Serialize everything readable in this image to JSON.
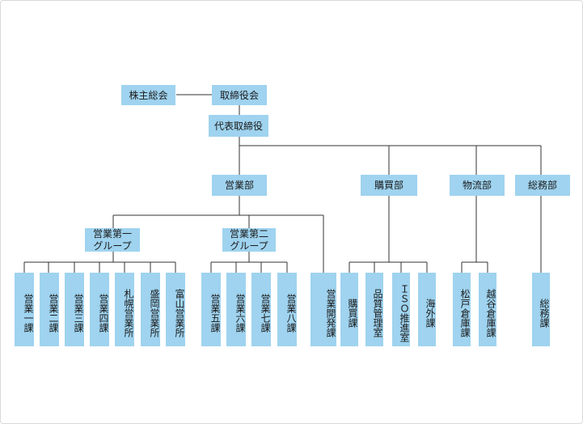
{
  "nodes": {
    "shareholders": "株主総会",
    "board": "取締役会",
    "ceo": "代表取締役",
    "sales": "営業部",
    "purchasing": "購買部",
    "logistics": "物流部",
    "general_affairs": "総務部",
    "sales_group1": "営業第一\nグループ",
    "sales_group2": "営業第二\nグループ",
    "sales_sec1": "営業一課",
    "sales_sec2": "営業二課",
    "sales_sec3": "営業三課",
    "sales_sec4": "営業四課",
    "sapporo_office": "札幌営業所",
    "morioka_office": "盛岡営業所",
    "toyama_office": "富山営業所",
    "sales_sec5": "営業五課",
    "sales_sec6": "営業六課",
    "sales_sec7": "営業七課",
    "sales_sec8": "営業八課",
    "sales_dev": "営業開発課",
    "purchasing_sec": "購買課",
    "qa_office": "品質管理室",
    "iso_office": "ＩＳＯ推進室",
    "overseas_sec": "海外課",
    "matsudo_warehouse": "松戸倉庫課",
    "koshigaya_warehouse": "越谷倉庫課",
    "general_affairs_sec": "総務課"
  },
  "colors": {
    "box": "#9fd3ef",
    "line": "#333333"
  }
}
